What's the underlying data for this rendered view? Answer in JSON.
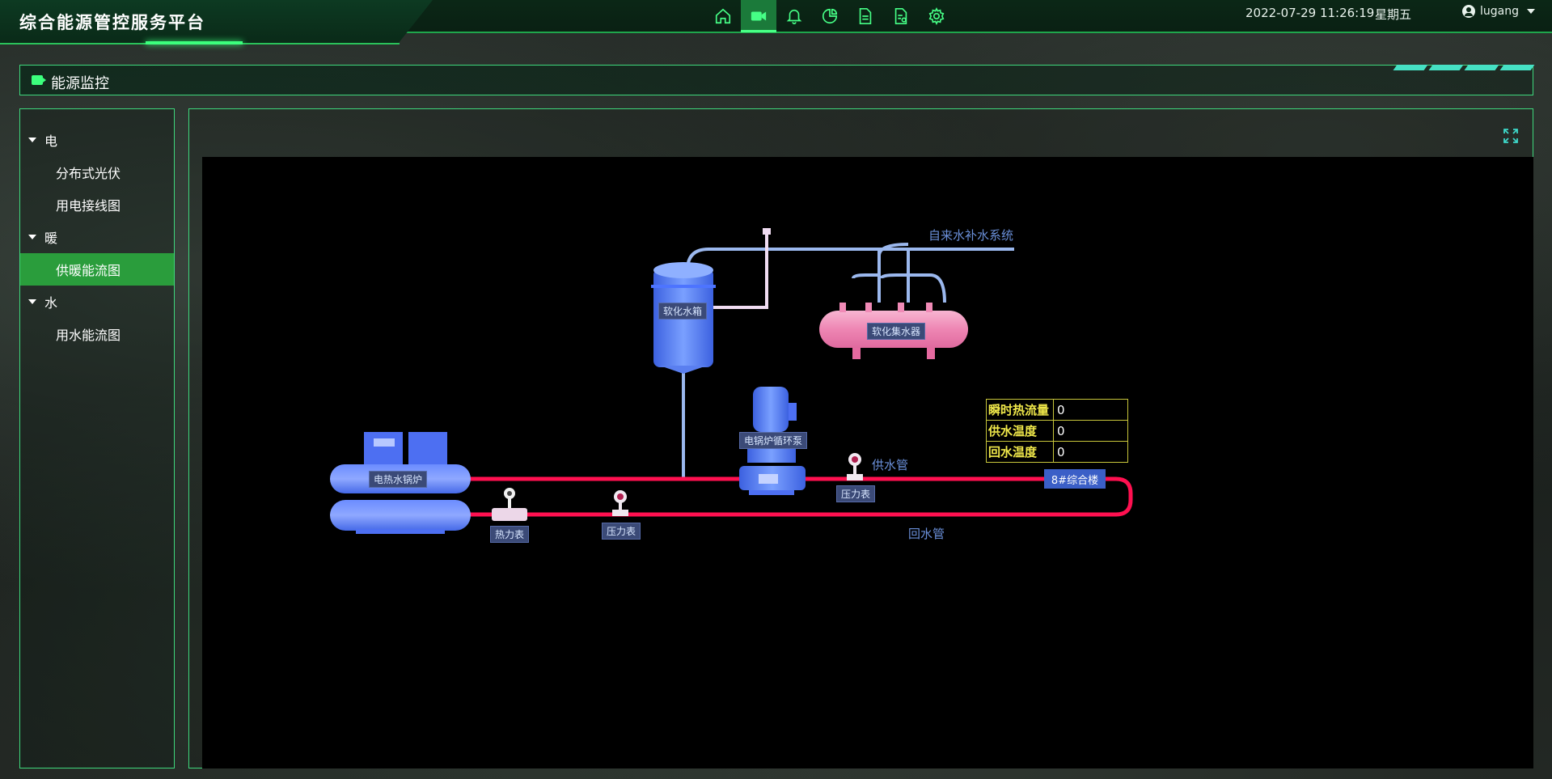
{
  "app": {
    "title": "综合能源管控服务平台"
  },
  "header": {
    "nav_icons": [
      "home-icon",
      "video-camera-icon",
      "bell-icon",
      "pie-chart-icon",
      "document-icon",
      "report-icon",
      "gear-icon"
    ],
    "active_nav": "video-camera-icon",
    "datetime": "2022-07-29 11:26:19",
    "weekday": "星期五",
    "username": "lugang"
  },
  "section": {
    "title": "能源监控"
  },
  "sidebar": {
    "groups": [
      {
        "label": "电",
        "items": [
          {
            "label": "分布式光伏"
          },
          {
            "label": "用电接线图"
          }
        ]
      },
      {
        "label": "暖",
        "items": [
          {
            "label": "供暖能流图"
          }
        ]
      },
      {
        "label": "水",
        "items": [
          {
            "label": "用水能流图"
          }
        ]
      }
    ],
    "active_item": "供暖能流图"
  },
  "diagram": {
    "labels": {
      "tap_water": "自来水补水系统",
      "supply_pipe": "供水管",
      "return_pipe": "回水管"
    },
    "equipment": {
      "soft_tank": "软化水箱",
      "soft_collector": "软化集水器",
      "pump": "电锅炉循环泵",
      "boiler": "电热水锅炉",
      "heat_meter": "热力表",
      "pressure_gauge_return": "压力表",
      "pressure_gauge_supply": "压力表",
      "building": "8#综合楼"
    },
    "metrics": [
      {
        "key": "瞬时热流量",
        "value": "0"
      },
      {
        "key": "供水温度",
        "value": "0"
      },
      {
        "key": "回水温度",
        "value": "0"
      }
    ],
    "colors": {
      "supply_pipe": "#ff1050",
      "water_pipe": "#8fb0e6",
      "equipment": "#4d74ff",
      "collector": "#f59ac0"
    }
  }
}
